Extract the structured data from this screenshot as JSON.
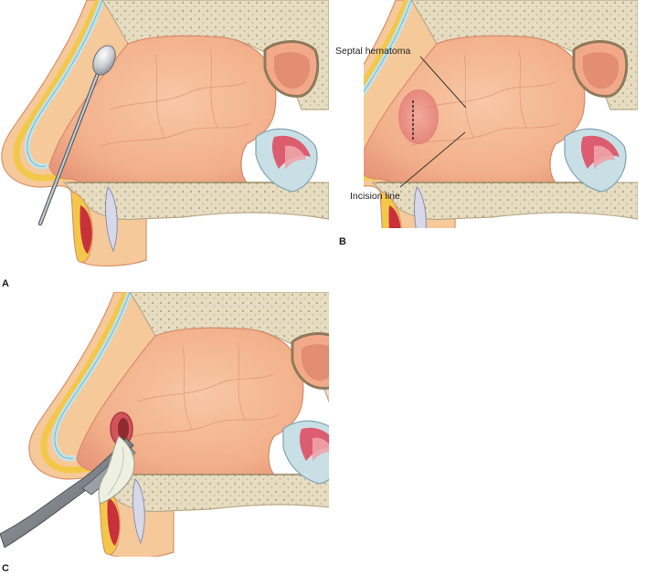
{
  "panels": {
    "a": {
      "letter": "A"
    },
    "b": {
      "letter": "B"
    },
    "c": {
      "letter": "C"
    }
  },
  "annotations": {
    "septal_hematoma": "Septal hematoma",
    "incision_line": "Incision line"
  },
  "colors": {
    "cavity": "#f4b896",
    "cavity_edge": "#e59a77",
    "bone": "#e6dcc2",
    "bone_edge": "#b9aa87",
    "skin": "#f6c99a",
    "skin_outline": "#d9916a",
    "cartilage": "#bfe4ec",
    "tissue_red": "#c8303a",
    "tissue_yellow": "#f3c84a",
    "instrument": "#8c9197",
    "hematoma": "#e98f88"
  }
}
